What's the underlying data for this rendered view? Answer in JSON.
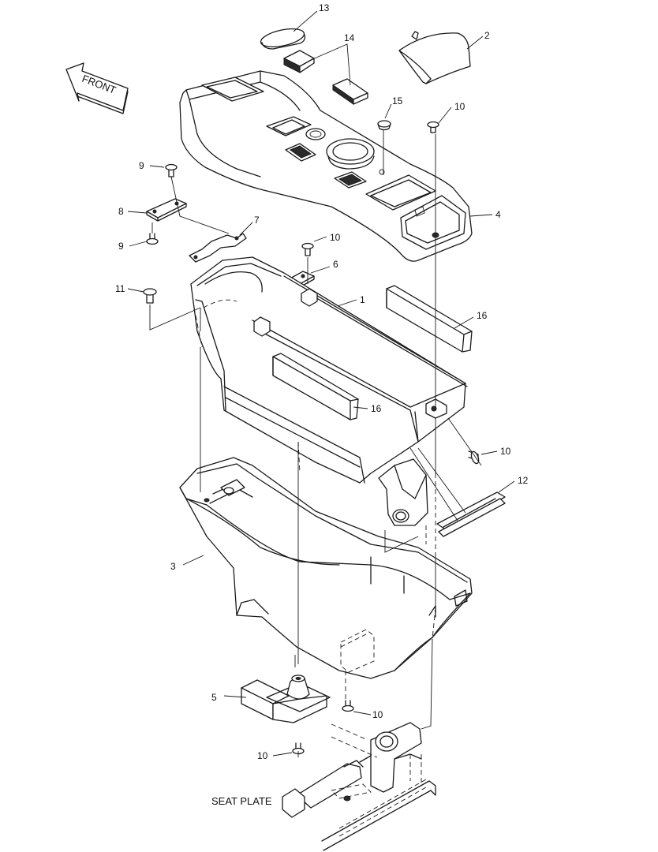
{
  "front_label": "FRONT",
  "seat_plate_label": "SEAT PLATE",
  "callouts": [
    {
      "id": "c13",
      "text": "13"
    },
    {
      "id": "c14",
      "text": "14"
    },
    {
      "id": "c2",
      "text": "2"
    },
    {
      "id": "c15",
      "text": "15"
    },
    {
      "id": "c10a",
      "text": "10"
    },
    {
      "id": "c4",
      "text": "4"
    },
    {
      "id": "c9a",
      "text": "9"
    },
    {
      "id": "c8",
      "text": "8"
    },
    {
      "id": "c9b",
      "text": "9"
    },
    {
      "id": "c7",
      "text": "7"
    },
    {
      "id": "c10b",
      "text": "10"
    },
    {
      "id": "c6",
      "text": "6"
    },
    {
      "id": "c11",
      "text": "11"
    },
    {
      "id": "c1",
      "text": "1"
    },
    {
      "id": "c16a",
      "text": "16"
    },
    {
      "id": "c16b",
      "text": "16"
    },
    {
      "id": "c10c",
      "text": "10"
    },
    {
      "id": "c12",
      "text": "12"
    },
    {
      "id": "c3",
      "text": "3"
    },
    {
      "id": "c5",
      "text": "5"
    },
    {
      "id": "c10d",
      "text": "10"
    },
    {
      "id": "c10e",
      "text": "10"
    }
  ]
}
